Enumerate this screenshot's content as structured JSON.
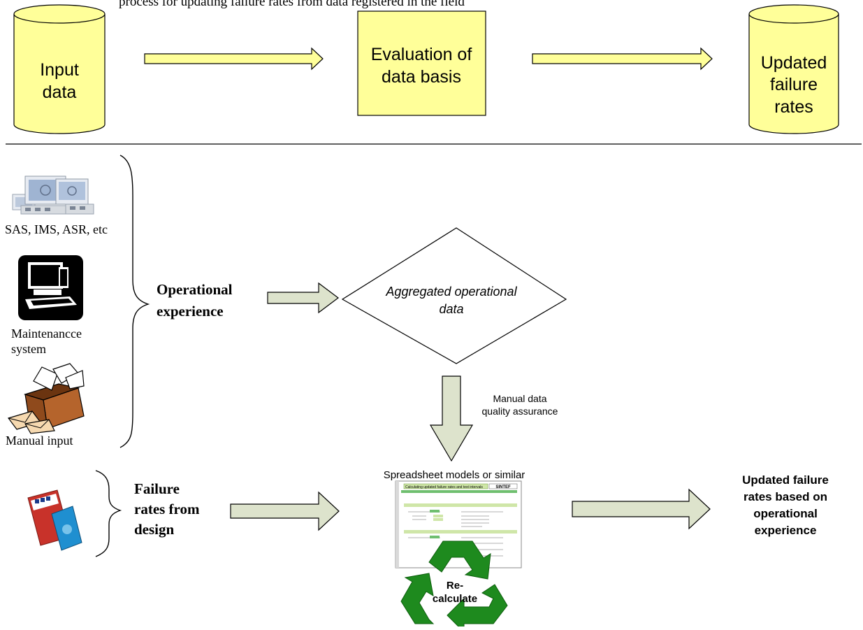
{
  "top_flow": {
    "partial_caption": "process for updating failure rates from data registered in the field",
    "input_data": [
      "Input",
      "data"
    ],
    "evaluation": [
      "Evaluation of",
      "data basis"
    ],
    "updated_rates": [
      "Updated",
      "failure",
      "rates"
    ]
  },
  "sources": {
    "sas_label": "SAS, IMS, ASR, etc",
    "maintenance_label": [
      "Maintenancce",
      "system"
    ],
    "manual_label": "Manual input",
    "design_icon": "handbook-icon"
  },
  "operational_experience": [
    "Operational",
    "experience"
  ],
  "aggregated": [
    "Aggregated operational",
    "data"
  ],
  "manual_qa": [
    "Manual data",
    "quality assurance"
  ],
  "spreadsheet": {
    "caption": "Spreadsheet models or similar",
    "title": "Calculating updated failure rates and test intervals",
    "brand": "SINTEF"
  },
  "failure_rates_design": [
    "Failure",
    "rates from",
    "design"
  ],
  "recalculate": [
    "Re-",
    "calculate"
  ],
  "result": [
    "Updated failure",
    "rates based on",
    "operational",
    "experience"
  ],
  "colors": {
    "yellow_fill": "#ffff99",
    "arrow_fill": "#dde3cc",
    "recycle_green": "#1e8a1e",
    "sheet_green": "#6fbf6f"
  }
}
